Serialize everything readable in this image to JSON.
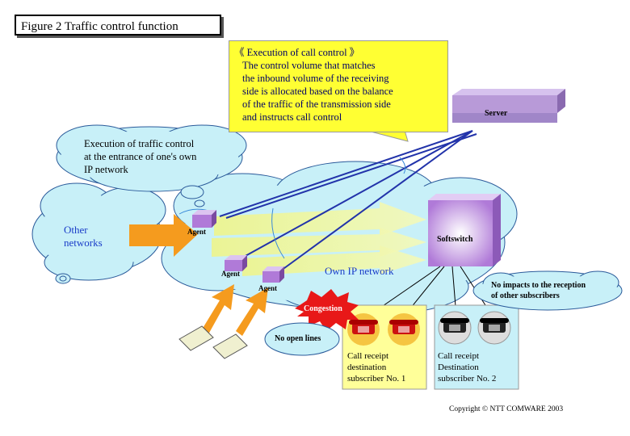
{
  "figure_title": "Figure 2  Traffic control function",
  "callout": {
    "lines": [
      "《 Execution of call control 》",
      "The control volume that matches",
      "the inbound volume of the receiving",
      "side is allocated based on the balance",
      "of the traffic of the transmission side",
      "and instructs call control"
    ]
  },
  "cloud_callout": {
    "lines": [
      "Execution of traffic control",
      "at the entrance of one's own",
      "IP network"
    ]
  },
  "server_label": "Server",
  "softswitch_label": "Softswitch",
  "other_networks": {
    "lines": [
      "Other",
      "networks"
    ]
  },
  "own_network_label": "Own IP network",
  "agent_label": "Agent",
  "congestion_label": "Congestion",
  "no_open_lines_label": "No open lines",
  "no_impacts": {
    "lines": [
      "No impacts to the reception",
      "of other subscribers"
    ]
  },
  "subscriber1": {
    "lines": [
      "Call receipt",
      "destination",
      "subscriber No. 1"
    ]
  },
  "subscriber2": {
    "lines": [
      "Call receipt",
      "Destination",
      "subscriber No. 2"
    ]
  },
  "copyright": "Copyright ©  NTT COMWARE  2003",
  "colors": {
    "cloud": "#c8f0f8",
    "callout": "#ffff33",
    "arrow_orange": "#f59b1e",
    "arrow_yellow": "#f5f578",
    "softswitch": "#c08ae0",
    "server": "#b89ad8",
    "box_yellow": "#ffff99",
    "box_cyan": "#c8f0f8",
    "line_blue": "#2233aa"
  }
}
